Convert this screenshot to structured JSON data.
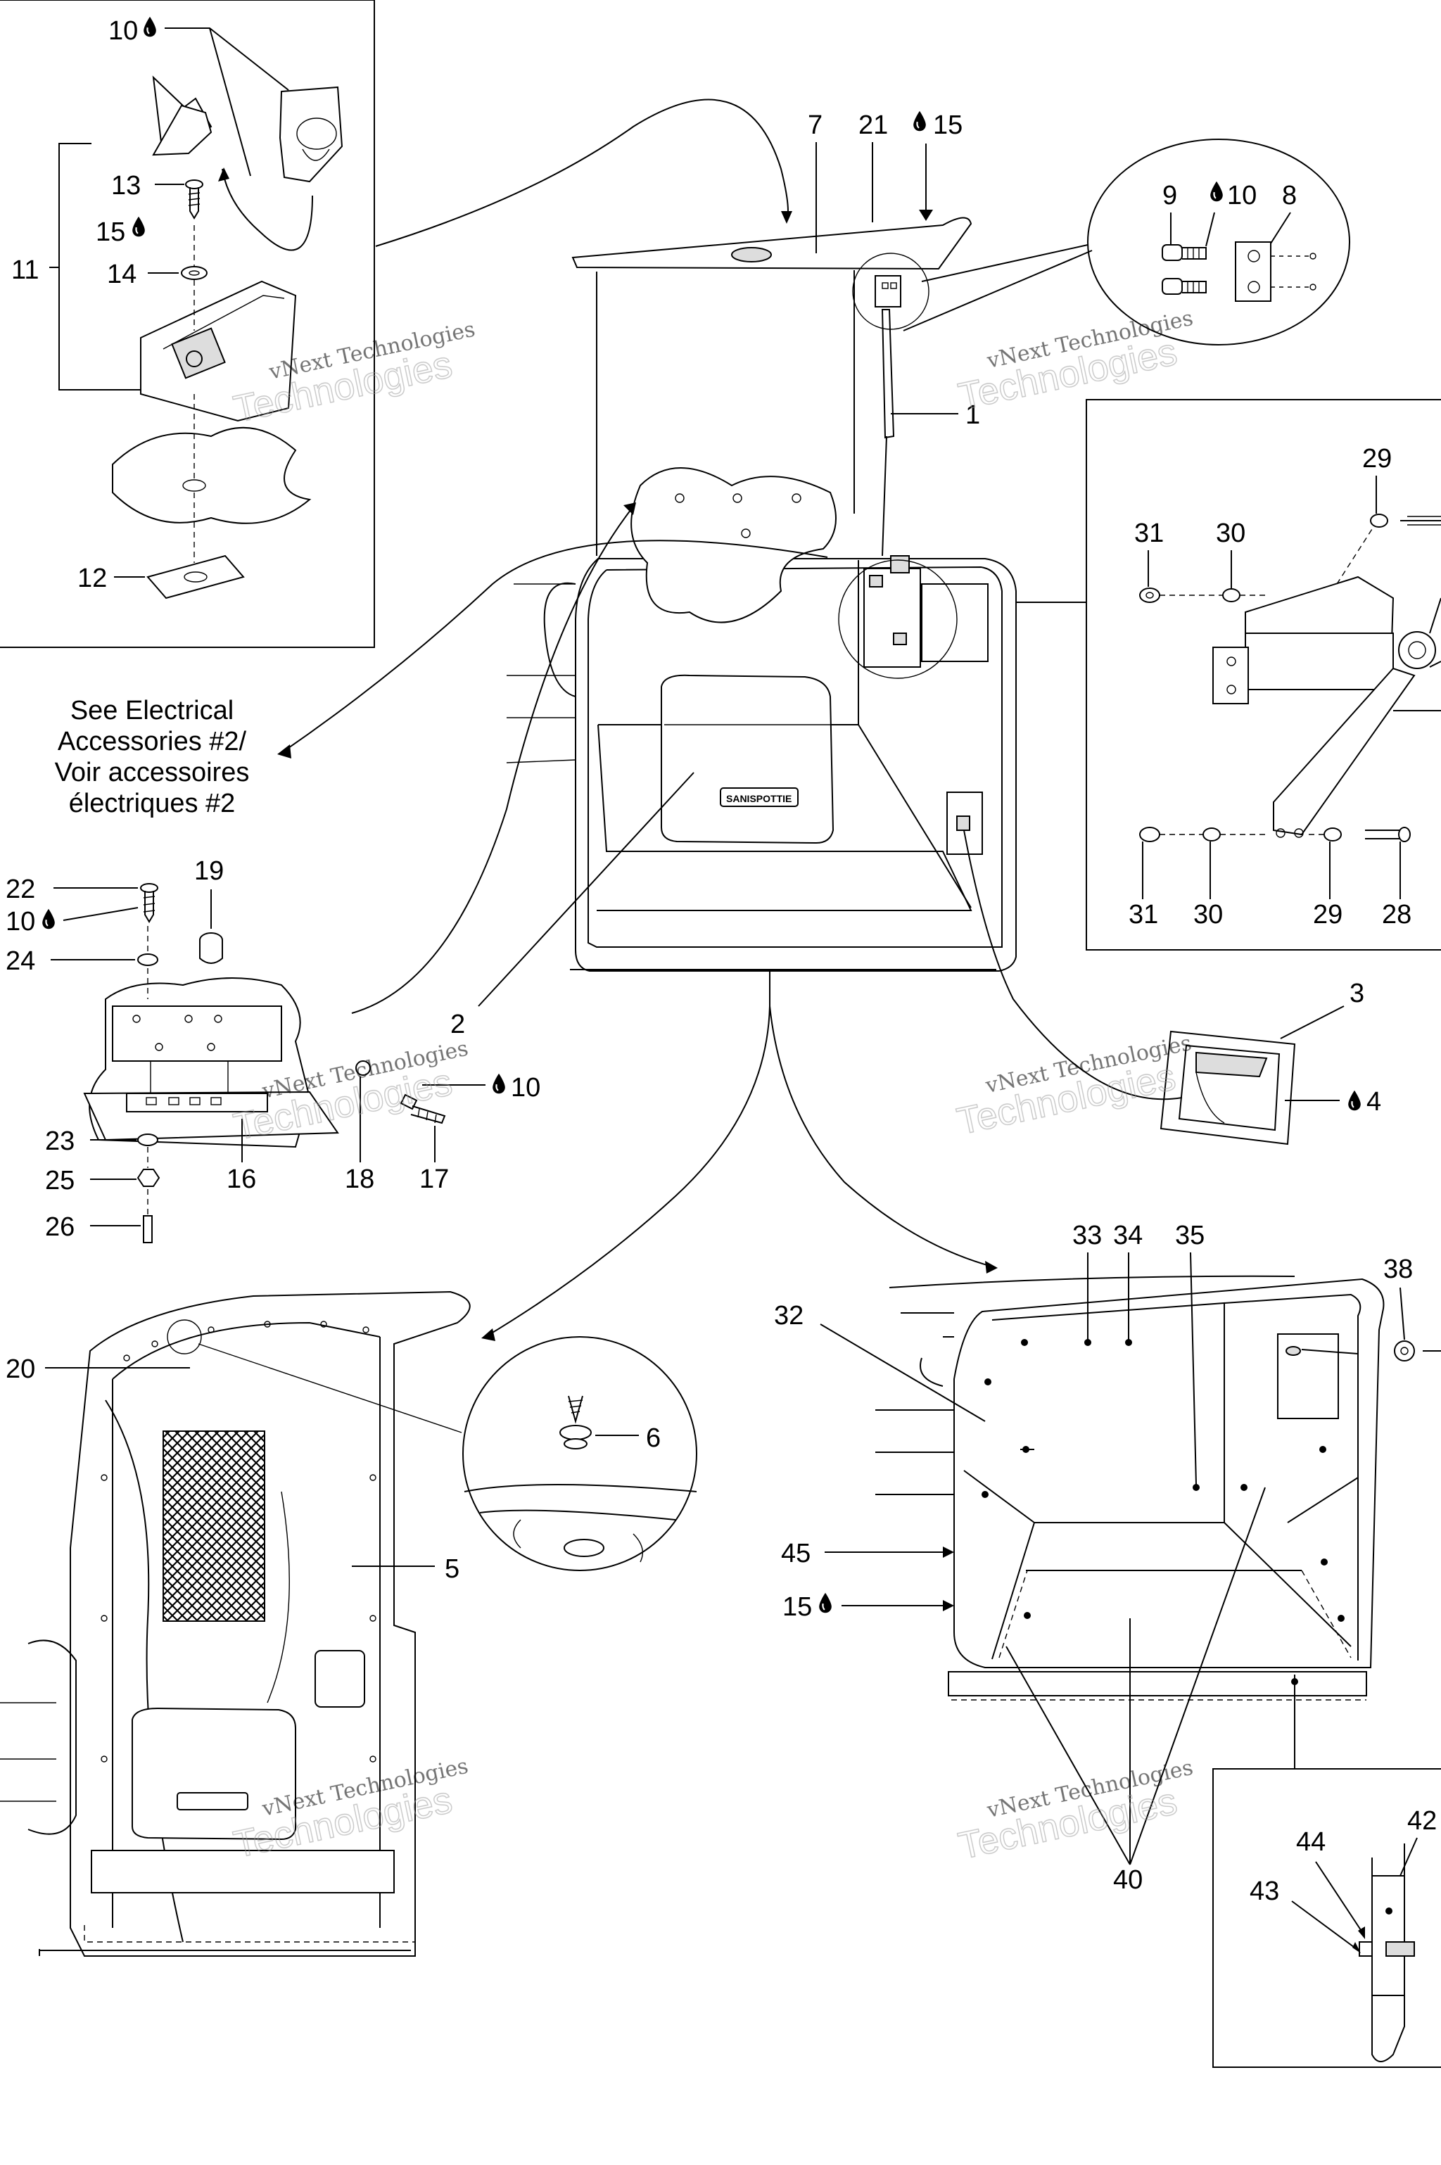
{
  "diagram": {
    "watermark": {
      "line1": "vNext Technologies",
      "line2": "Technologies"
    },
    "note": {
      "line1": "See Electrical",
      "line2": "Accessories #2/",
      "line3": "Voir accessoires",
      "line4": "électriques #2"
    },
    "brand_label": "SANISPOTTIE",
    "drop_icon": "drop-icon",
    "callouts": {
      "c10a": "10",
      "c13": "13",
      "c15a": "15",
      "c14": "14",
      "c11": "11",
      "c12": "12",
      "c7": "7",
      "c21": "21",
      "c15b": "15",
      "c9": "9",
      "c10b": "10",
      "c8": "8",
      "c1": "1",
      "c29a": "29",
      "c31a": "31",
      "c30a": "30",
      "c31b": "31",
      "c30b": "30",
      "c29b": "29",
      "c28": "28",
      "c22": "22",
      "c10c": "10",
      "c19": "19",
      "c24": "24",
      "c2": "2",
      "c10d": "10",
      "c23": "23",
      "c25": "25",
      "c26": "26",
      "c16": "16",
      "c18": "18",
      "c17": "17",
      "c3": "3",
      "c4": "4",
      "c20": "20",
      "c6": "6",
      "c5": "5",
      "c32": "32",
      "c33": "33",
      "c34": "34",
      "c35": "35",
      "c38": "38",
      "c45": "45",
      "c15c": "15",
      "c40": "40",
      "c44": "44",
      "c42": "42",
      "c43": "43"
    }
  }
}
